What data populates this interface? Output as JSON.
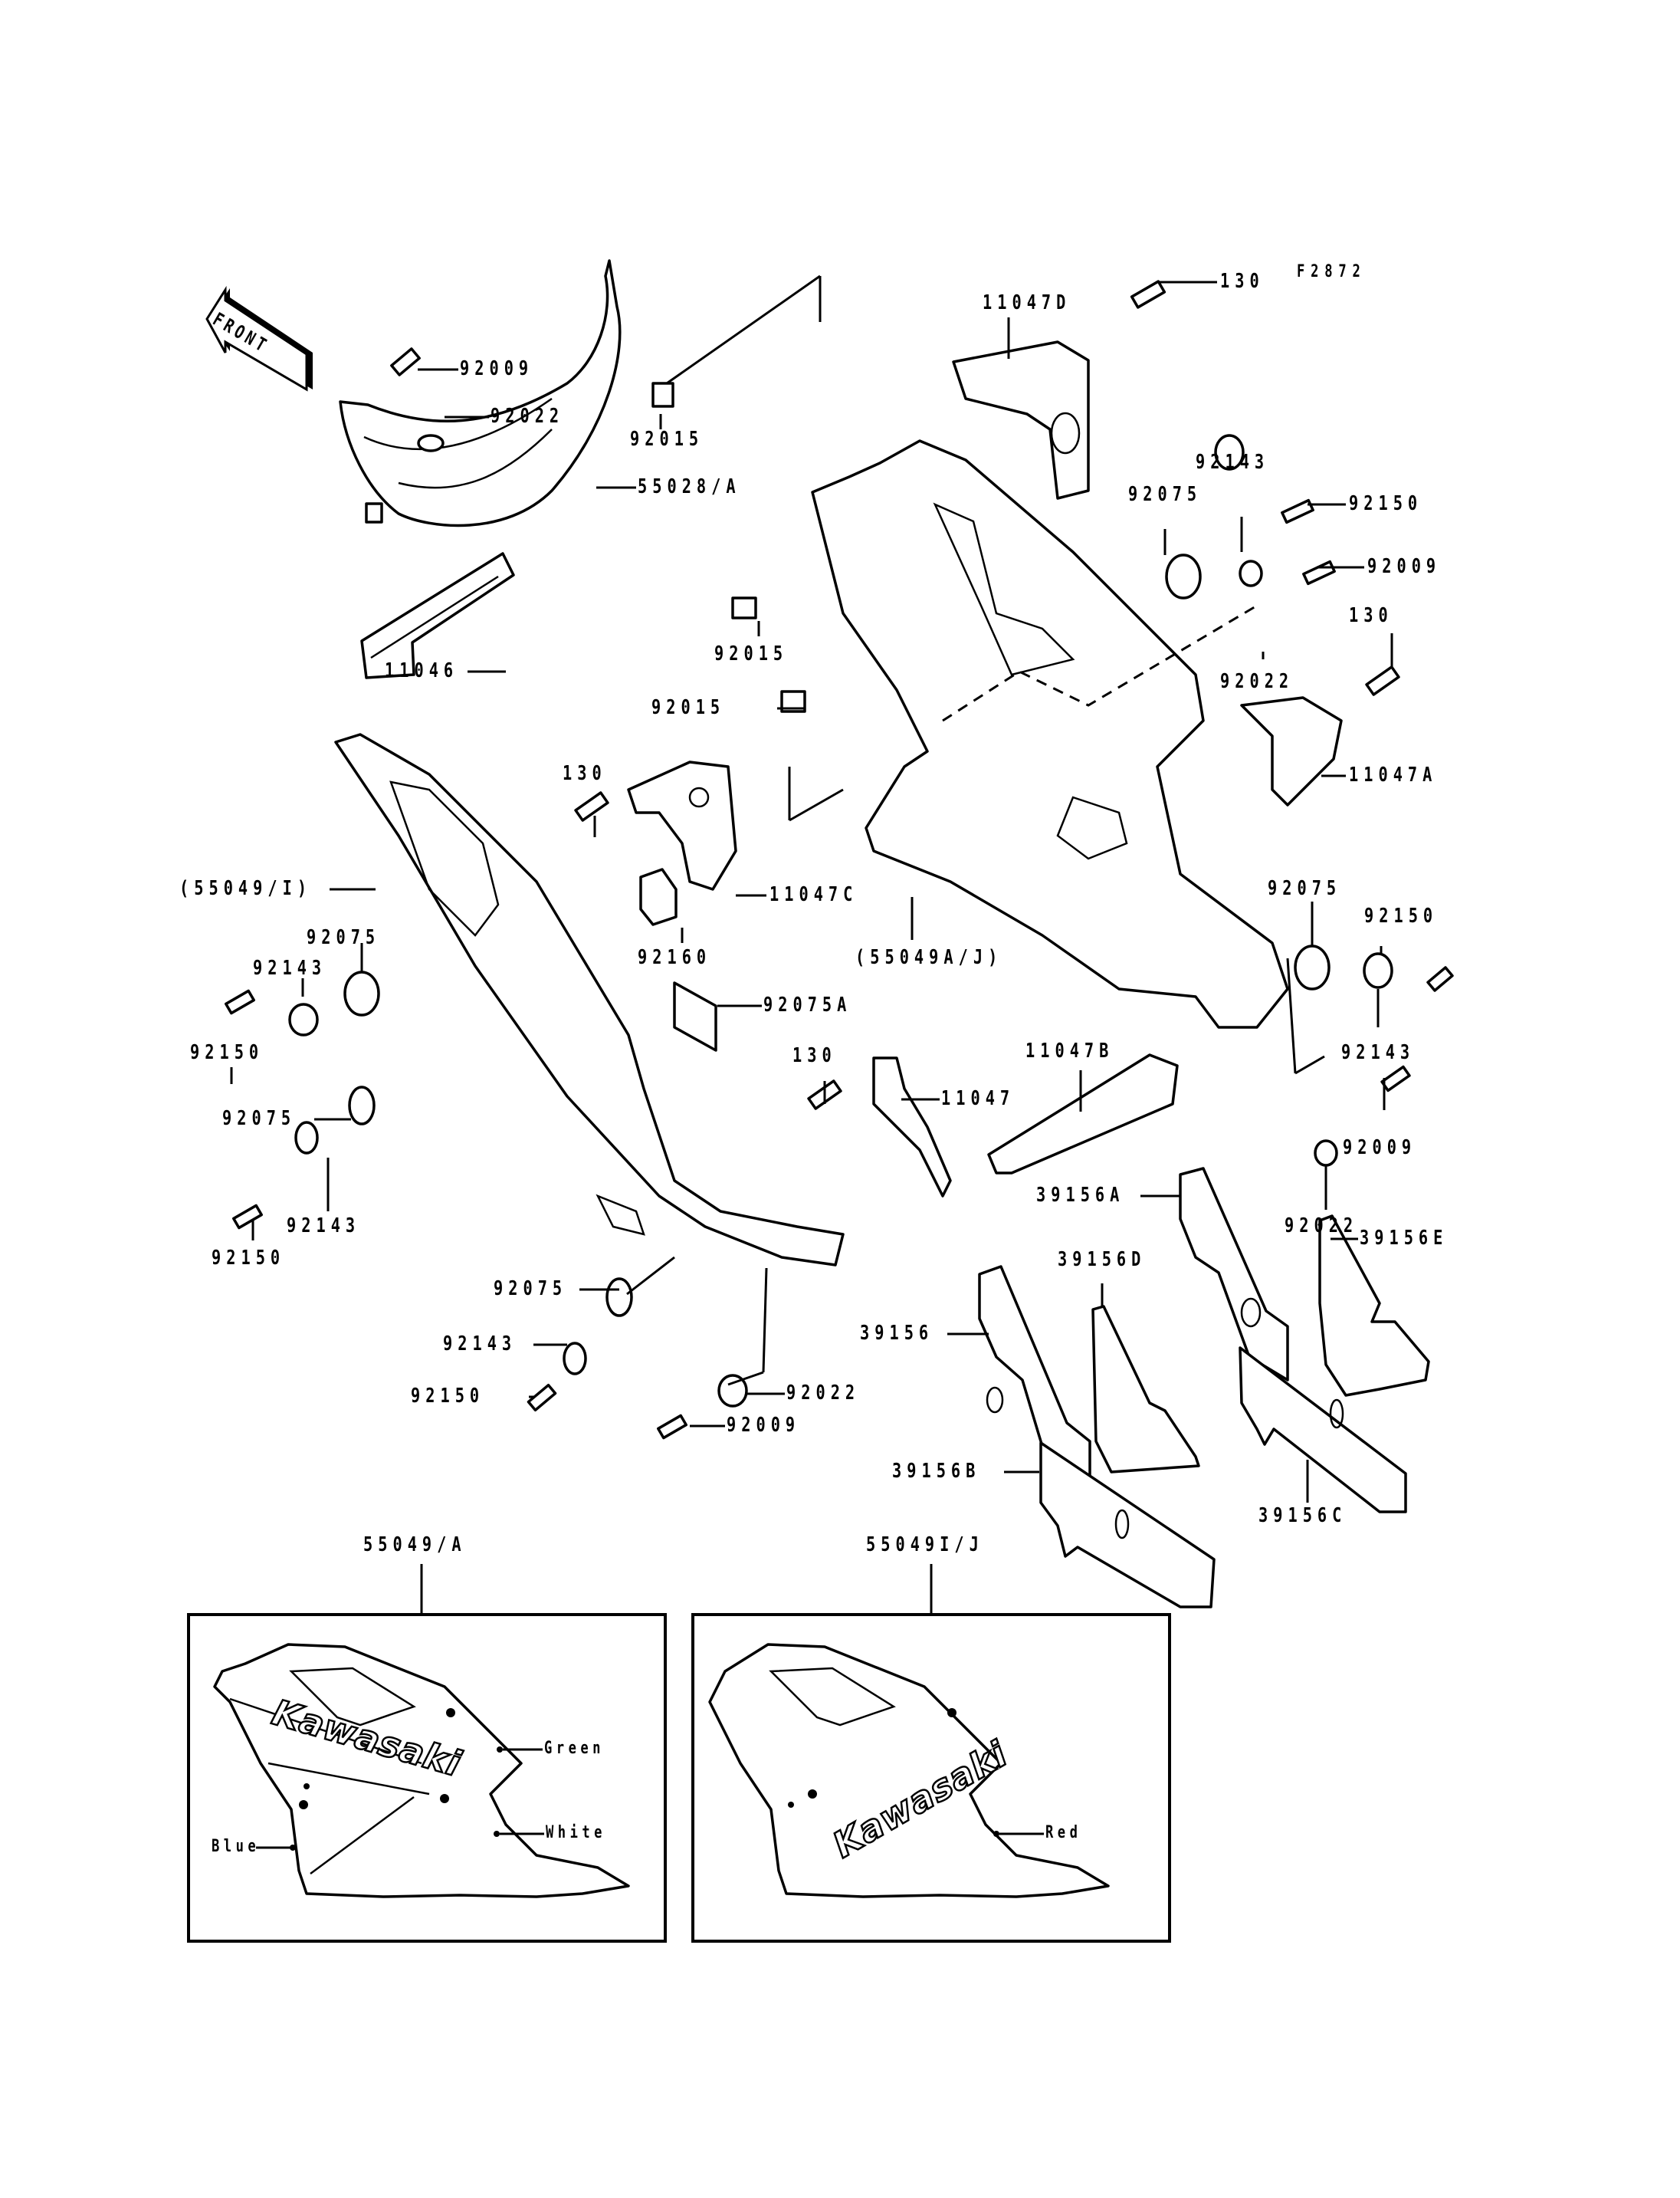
{
  "diagram": {
    "figure_code": "F2872",
    "front_indicator": "FRONT",
    "callouts": [
      {
        "id": "c-130-top",
        "part": "130"
      },
      {
        "id": "c-11047D",
        "part": "11047D"
      },
      {
        "id": "c-92009-top",
        "part": "92009"
      },
      {
        "id": "c-92022-top",
        "part": "92022"
      },
      {
        "id": "c-92015-top",
        "part": "92015"
      },
      {
        "id": "c-55028A",
        "part": "55028/A"
      },
      {
        "id": "c-11046",
        "part": "11046"
      },
      {
        "id": "c-92015-mid",
        "part": "92015"
      },
      {
        "id": "c-92015-low",
        "part": "92015"
      },
      {
        "id": "c-92143-tr",
        "part": "92143"
      },
      {
        "id": "c-92075-tr",
        "part": "92075"
      },
      {
        "id": "c-92150-tr",
        "part": "92150"
      },
      {
        "id": "c-92009-tr",
        "part": "92009"
      },
      {
        "id": "c-130-r",
        "part": "130"
      },
      {
        "id": "c-92022-tr",
        "part": "92022"
      },
      {
        "id": "c-11047A",
        "part": "11047A"
      },
      {
        "id": "c-130-mid",
        "part": "130"
      },
      {
        "id": "c-55049I",
        "part": "(55049/I)"
      },
      {
        "id": "c-11047C",
        "part": "11047C"
      },
      {
        "id": "c-92075-l1",
        "part": "92075"
      },
      {
        "id": "c-92160",
        "part": "92160"
      },
      {
        "id": "c-92143-l1",
        "part": "92143"
      },
      {
        "id": "c-92150-l1",
        "part": "92150"
      },
      {
        "id": "c-55049AJ",
        "part": "(55049A/J)"
      },
      {
        "id": "c-92075A",
        "part": "92075A"
      },
      {
        "id": "c-92075-r2",
        "part": "92075"
      },
      {
        "id": "c-92150-r2",
        "part": "92150"
      },
      {
        "id": "c-92143-r2",
        "part": "92143"
      },
      {
        "id": "c-130-low",
        "part": "130"
      },
      {
        "id": "c-11047",
        "part": "11047"
      },
      {
        "id": "c-11047B",
        "part": "11047B"
      },
      {
        "id": "c-92009-r2",
        "part": "92009"
      },
      {
        "id": "c-92075-l2",
        "part": "92075"
      },
      {
        "id": "c-92143-l2",
        "part": "92143"
      },
      {
        "id": "c-92150-l2",
        "part": "92150"
      },
      {
        "id": "c-92022-r2",
        "part": "92022"
      },
      {
        "id": "c-39156A",
        "part": "39156A"
      },
      {
        "id": "c-39156E",
        "part": "39156E"
      },
      {
        "id": "c-39156D",
        "part": "39156D"
      },
      {
        "id": "c-39156",
        "part": "39156"
      },
      {
        "id": "c-92075-b",
        "part": "92075"
      },
      {
        "id": "c-92143-b",
        "part": "92143"
      },
      {
        "id": "c-92022-b",
        "part": "92022"
      },
      {
        "id": "c-92150-b",
        "part": "92150"
      },
      {
        "id": "c-92009-b",
        "part": "92009"
      },
      {
        "id": "c-39156B",
        "part": "39156B"
      },
      {
        "id": "c-39156C",
        "part": "39156C"
      }
    ],
    "insets": [
      {
        "title": "55049/A",
        "brand": "Kawasaki",
        "colors": [
          "Green",
          "White",
          "Blue"
        ]
      },
      {
        "title": "55049I/J",
        "brand": "Kawasaki",
        "colors": [
          "Red"
        ]
      }
    ]
  }
}
